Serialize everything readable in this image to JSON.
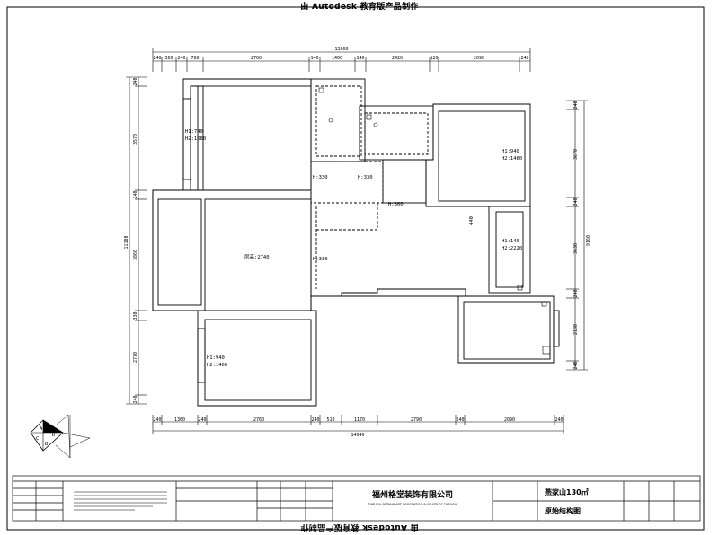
{
  "plot_stamp": "由 Autodesk 教育版产品制作",
  "dimensions": {
    "top_total": "13660",
    "top_segments": [
      "240",
      "360",
      "240",
      "780",
      "2760",
      "140",
      "1460",
      "140",
      "2420",
      "120",
      "2090",
      "240"
    ],
    "bottom_total": "14040",
    "bottom_segments": [
      "240",
      "1360",
      "240",
      "2760",
      "240",
      "510",
      "1170",
      "2790",
      "240",
      "2090",
      "240"
    ],
    "left_total": "11180",
    "left_segments": [
      "240",
      "3570",
      "240",
      "3860",
      "330",
      "2770",
      "240"
    ],
    "right_total": "9160",
    "right_segments": [
      "240",
      "3670",
      "240",
      "3630",
      "240",
      "2180",
      "240"
    ]
  },
  "rooms": {
    "top_left": [
      "H1:740",
      "H2:1680"
    ],
    "top_right": [
      "H1:940",
      "H2:1460"
    ],
    "bottom_left": [
      "H1:940",
      "H2:1460"
    ],
    "right_mid": [
      "H1:140",
      "H2:2220"
    ],
    "living": "层高:2740",
    "h330_a": "H:330",
    "h330_b": "H:330",
    "h330_c": "H:330",
    "h360": "H:360",
    "vertical_440": "440"
  },
  "compass": [
    "A",
    "D",
    "C",
    "B"
  ],
  "title_block": {
    "company": "福州格堂装饰有限公司",
    "company_en": "FUZHOU GETANG ART DECORATION & CO.LTD OF FUZHOU",
    "project": "燕家山130㎡",
    "drawing": "原始结构图"
  }
}
